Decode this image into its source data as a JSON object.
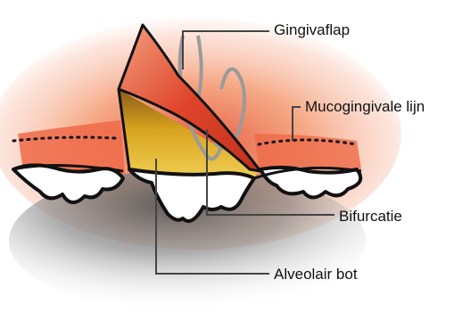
{
  "labels": {
    "gingivaflap": "Gingivaflap",
    "mucogingivale_lijn": "Mucogingivale lijn",
    "bifurcatie": "Bifurcatie",
    "alveolair_bot": "Alveolair bot"
  },
  "colors": {
    "gingiva_red": "#e0452b",
    "gingiva_orange": "#f28a5a",
    "gingiva_pink": "#f9c3b0",
    "bone_yellow": "#d9a41e",
    "bone_brown": "#8a5a18",
    "tooth_white": "#ffffff",
    "outline": "#111111",
    "root_gray": "#9a9a9a",
    "shadow_gray": "#6b6b6b",
    "leader_line": "#444444"
  }
}
